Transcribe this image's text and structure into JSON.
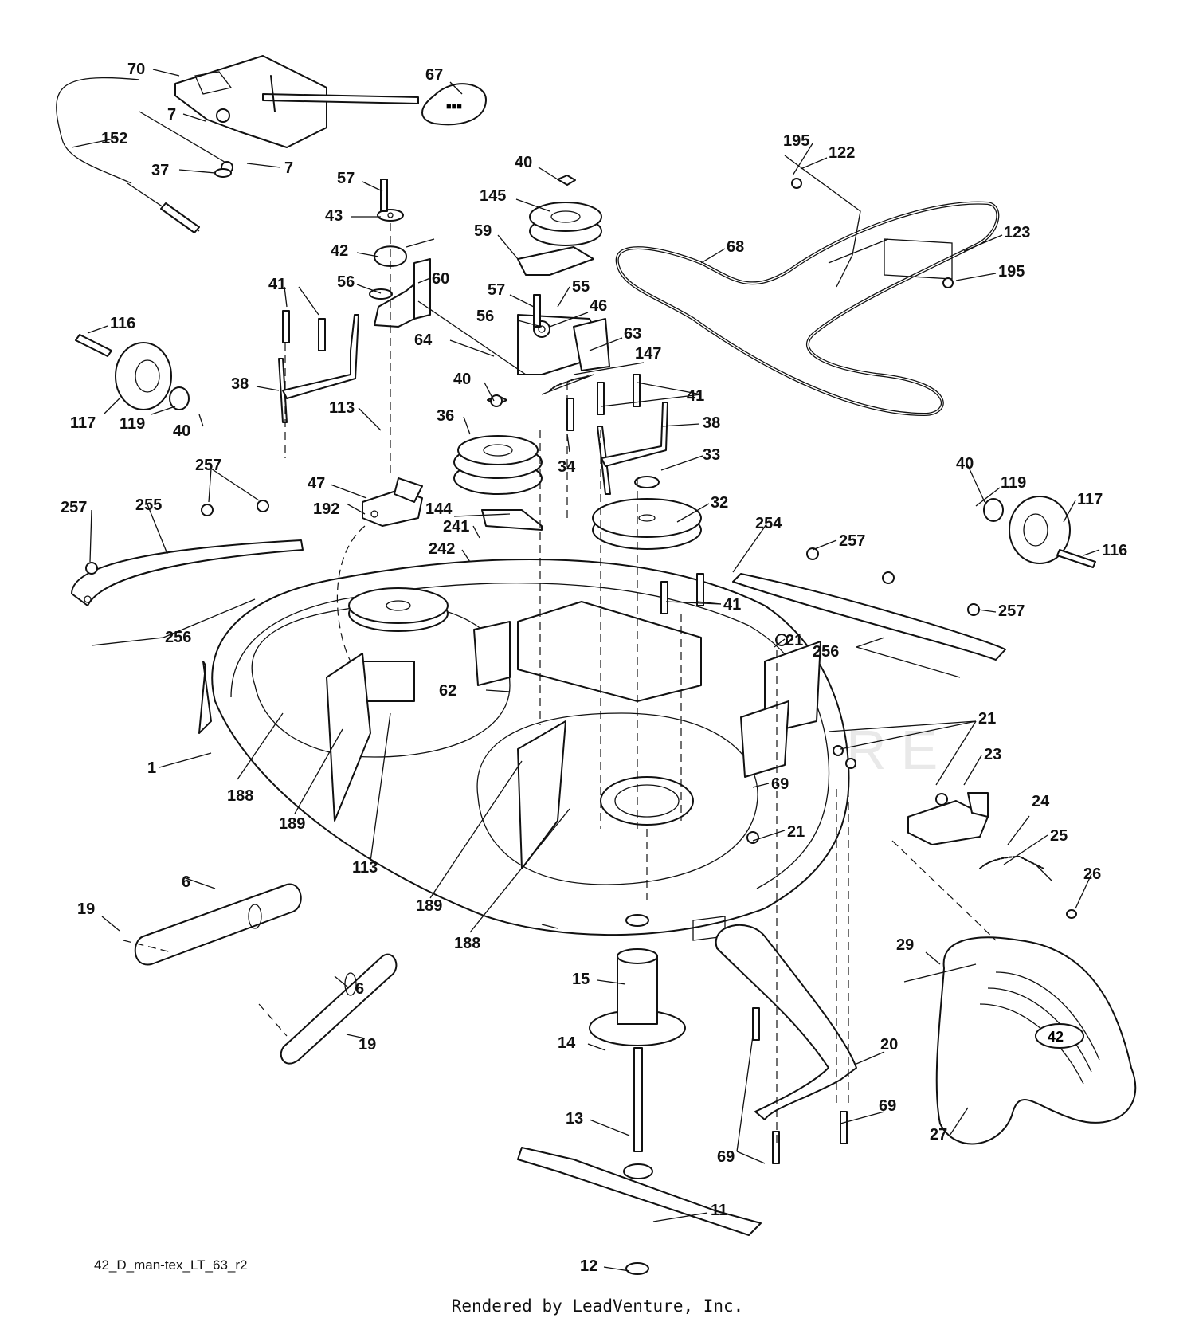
{
  "diagram": {
    "watermark": "LEADVENTURE",
    "drawing_code": "42_D_man-tex_LT_63_r2",
    "credit": "Rendered by LeadVenture, Inc.",
    "badge_text": "42",
    "callouts": [
      {
        "id": "c70",
        "text": "70"
      },
      {
        "id": "c67",
        "text": "67"
      },
      {
        "id": "c7a",
        "text": "7"
      },
      {
        "id": "c152",
        "text": "152"
      },
      {
        "id": "c7b",
        "text": "7"
      },
      {
        "id": "c37",
        "text": "37"
      },
      {
        "id": "c40a",
        "text": "40"
      },
      {
        "id": "c195a",
        "text": "195"
      },
      {
        "id": "c122",
        "text": "122"
      },
      {
        "id": "c57a",
        "text": "57"
      },
      {
        "id": "c145",
        "text": "145"
      },
      {
        "id": "c43",
        "text": "43"
      },
      {
        "id": "c59",
        "text": "59"
      },
      {
        "id": "c68",
        "text": "68"
      },
      {
        "id": "c123",
        "text": "123"
      },
      {
        "id": "c42",
        "text": "42"
      },
      {
        "id": "c195b",
        "text": "195"
      },
      {
        "id": "c60",
        "text": "60"
      },
      {
        "id": "c41a",
        "text": "41"
      },
      {
        "id": "c56a",
        "text": "56"
      },
      {
        "id": "c57b",
        "text": "57"
      },
      {
        "id": "c55",
        "text": "55"
      },
      {
        "id": "c116a",
        "text": "116"
      },
      {
        "id": "c56b",
        "text": "56"
      },
      {
        "id": "c46",
        "text": "46"
      },
      {
        "id": "c64",
        "text": "64"
      },
      {
        "id": "c63",
        "text": "63"
      },
      {
        "id": "c147",
        "text": "147"
      },
      {
        "id": "c38a",
        "text": "38"
      },
      {
        "id": "c40b",
        "text": "40"
      },
      {
        "id": "c41b",
        "text": "41"
      },
      {
        "id": "c113a",
        "text": "113"
      },
      {
        "id": "c117a",
        "text": "117"
      },
      {
        "id": "c119a",
        "text": "119"
      },
      {
        "id": "c40c",
        "text": "40"
      },
      {
        "id": "c36",
        "text": "36"
      },
      {
        "id": "c38b",
        "text": "38"
      },
      {
        "id": "c34",
        "text": "34"
      },
      {
        "id": "c33",
        "text": "33"
      },
      {
        "id": "c257a",
        "text": "257"
      },
      {
        "id": "c40d",
        "text": "40"
      },
      {
        "id": "c47",
        "text": "47"
      },
      {
        "id": "c119b",
        "text": "119"
      },
      {
        "id": "c257b",
        "text": "257"
      },
      {
        "id": "c255",
        "text": "255"
      },
      {
        "id": "c192",
        "text": "192"
      },
      {
        "id": "c117b",
        "text": "117"
      },
      {
        "id": "c32",
        "text": "32"
      },
      {
        "id": "c144",
        "text": "144"
      },
      {
        "id": "c254",
        "text": "254"
      },
      {
        "id": "c257c",
        "text": "257"
      },
      {
        "id": "c116b",
        "text": "116"
      },
      {
        "id": "c241",
        "text": "241"
      },
      {
        "id": "c242",
        "text": "242"
      },
      {
        "id": "c41c",
        "text": "41"
      },
      {
        "id": "c257d",
        "text": "257"
      },
      {
        "id": "c256a",
        "text": "256"
      },
      {
        "id": "c21a",
        "text": "21"
      },
      {
        "id": "c256b",
        "text": "256"
      },
      {
        "id": "c62",
        "text": "62"
      },
      {
        "id": "c21b",
        "text": "21"
      },
      {
        "id": "c23",
        "text": "23"
      },
      {
        "id": "c1",
        "text": "1"
      },
      {
        "id": "c69a",
        "text": "69"
      },
      {
        "id": "c188a",
        "text": "188"
      },
      {
        "id": "c24",
        "text": "24"
      },
      {
        "id": "c189a",
        "text": "189"
      },
      {
        "id": "c21c",
        "text": "21"
      },
      {
        "id": "c25",
        "text": "25"
      },
      {
        "id": "c113b",
        "text": "113"
      },
      {
        "id": "c6a",
        "text": "6"
      },
      {
        "id": "c26",
        "text": "26"
      },
      {
        "id": "c19a",
        "text": "19"
      },
      {
        "id": "c189b",
        "text": "189"
      },
      {
        "id": "c188b",
        "text": "188"
      },
      {
        "id": "c29",
        "text": "29"
      },
      {
        "id": "c15",
        "text": "15"
      },
      {
        "id": "c6b",
        "text": "6"
      },
      {
        "id": "c14",
        "text": "14"
      },
      {
        "id": "c19b",
        "text": "19"
      },
      {
        "id": "c20",
        "text": "20"
      },
      {
        "id": "c13",
        "text": "13"
      },
      {
        "id": "c69b",
        "text": "69"
      },
      {
        "id": "c69c",
        "text": "69"
      },
      {
        "id": "c27",
        "text": "27"
      },
      {
        "id": "c11",
        "text": "11"
      },
      {
        "id": "c12",
        "text": "12"
      }
    ]
  }
}
